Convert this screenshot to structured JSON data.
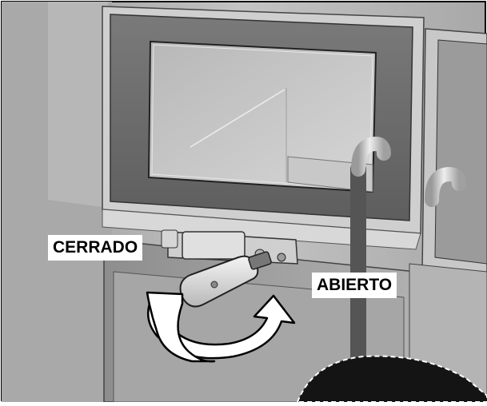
{
  "labels": {
    "closed": "CERRADO",
    "open": "ABIERTO"
  },
  "colors": {
    "background": "#ffffff",
    "frame": "#000000",
    "surface_light": "#d9d9d9",
    "surface_mid": "#bfbfbf",
    "surface_dark": "#8c8c8c",
    "edge": "#3a3a3a",
    "arrow_fill": "#ffffff"
  },
  "icons": [
    "curved-rotation-arrow",
    "door-handle",
    "latch-key"
  ]
}
